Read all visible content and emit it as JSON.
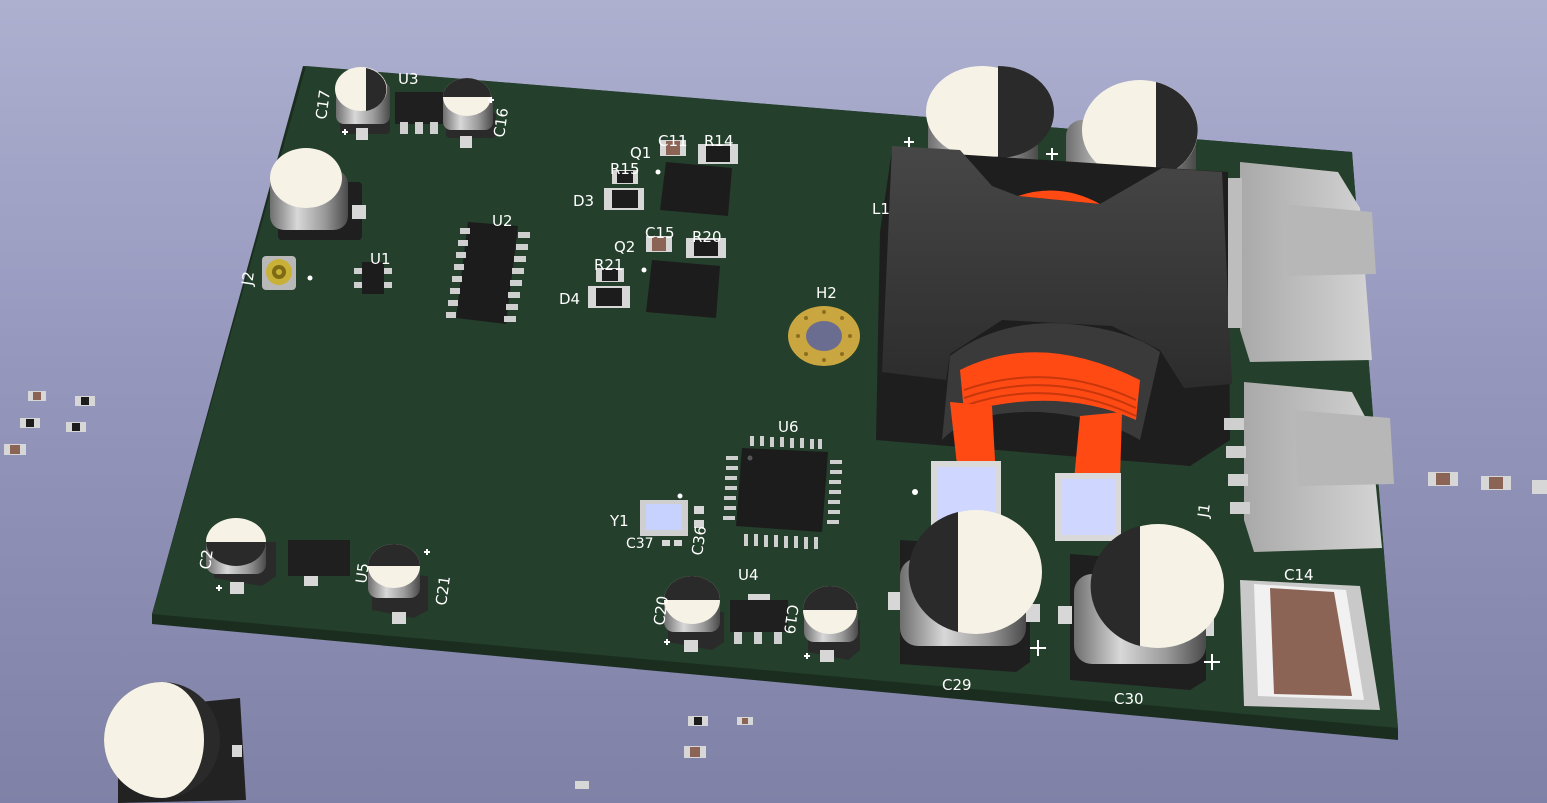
{
  "colors": {
    "board": "#243f2b",
    "board_edge": "#1a2d1f",
    "silkscreen": "#ffffff",
    "pad": "#c9c9c9",
    "ic_body": "#1c1c1c",
    "cap_cream": "#f6f3e6",
    "cap_dark": "#2a2a2a",
    "inductor_core": "#3a3a3a",
    "copper_winding": "#ff4a14",
    "connector": "#c8c8c8",
    "mounting_ring": "#c9a640",
    "ceramic_cap": "#8c6456"
  },
  "labels": {
    "c17": "C17",
    "u3": "U3",
    "c16": "C16",
    "c11": "C11",
    "r14": "R14",
    "q1": "Q1",
    "r15": "R15",
    "d3": "D3",
    "u2": "U2",
    "u1": "U1",
    "j2": "J2",
    "c15": "C15",
    "q2": "Q2",
    "r20": "R20",
    "r21": "R21",
    "d4": "D4",
    "l1": "L1",
    "h2": "H2",
    "u6": "U6",
    "y1": "Y1",
    "c37": "C37",
    "c36": "C36",
    "u4": "U4",
    "c20": "C20",
    "c19": "C19",
    "c2x": "C2",
    "u5": "U5",
    "c21": "C21",
    "c29": "C29",
    "c30": "C30",
    "c14": "C14",
    "j1": "J1"
  }
}
